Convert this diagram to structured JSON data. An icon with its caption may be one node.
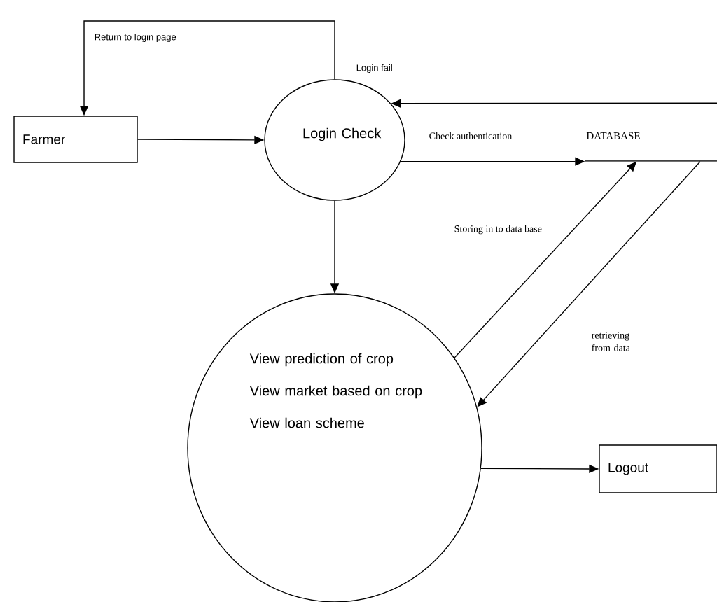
{
  "diagram": {
    "nodes": [
      {
        "text": [
          "Farmer"
        ]
      },
      {
        "text": [
          "Login Check"
        ]
      },
      {
        "text": [
          "DATABASE"
        ]
      },
      {
        "text": [
          "View prediction of crop",
          "View market based on crop",
          "View loan scheme"
        ]
      },
      {
        "text": [
          "Logout"
        ]
      }
    ],
    "edges": [
      {
        "from": 0,
        "to": 1,
        "arrow": "to"
      },
      {
        "from": 1,
        "to": 0,
        "arrow": "to",
        "label": "Return to login page"
      },
      {
        "from": 2,
        "to": 1,
        "arrow": "to"
      },
      {
        "from": 1,
        "to": 2,
        "arrow": "to",
        "label": "Check authentication"
      },
      {
        "from": 1,
        "to": 3,
        "arrow": "to"
      },
      {
        "from": 3,
        "to": 2,
        "arrow": "to",
        "label": "Storing in to data base"
      },
      {
        "from": 2,
        "to": 3,
        "arrow": "to",
        "label": "retrieving from data"
      },
      {
        "from": 3,
        "to": 4,
        "arrow": "to"
      }
    ],
    "labels": [
      "Login fail"
    ]
  }
}
